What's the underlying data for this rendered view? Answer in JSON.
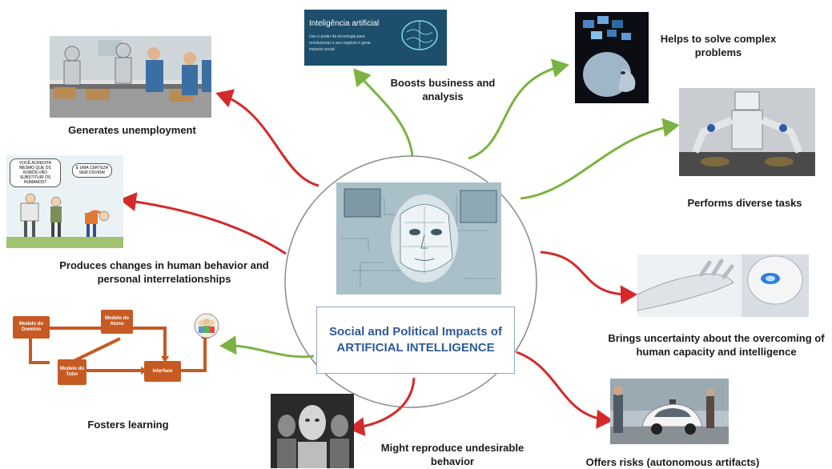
{
  "center": {
    "line1": "Social and Political Impacts of",
    "line2": "ARTIFICIAL INTELLIGENCE"
  },
  "impacts": {
    "unemployment": "Generates unemployment",
    "business": "Boosts business and analysis",
    "problems": "Helps to solve complex problems",
    "tasks": "Performs diverse tasks",
    "behavior": "Produces changes in human behavior and personal interrelationships",
    "uncertainty": "Brings uncertainty about the overcoming of human capacity and intelligence",
    "learning": "Fosters learning",
    "undesirable": "Might reproduce undesirable behavior",
    "risks": "Offers risks (autonomous artifacts)"
  },
  "business_slide": {
    "title": "Inteligência artificial",
    "body": "Use o poder da tecnologia para revolucionar o seu negócio e gerar impacto social"
  },
  "cartoon": {
    "speech1": "VOCÊ ACREDITA MESMO QUE OS ROBÔS VÃO SUBSTITUIR OS HUMANOS?",
    "speech2": "É UMA CERTEZA SEM DÚVIDA!"
  },
  "learning_diagram": {
    "domain_model": "Modelo do Domínio",
    "student_model": "Modelo do Aluno",
    "tutor_model": "Modelo do Tutor",
    "interface": "Interface"
  },
  "colors": {
    "positive_arrow": "#7bb342",
    "negative_arrow": "#d42a2a",
    "center_title": "#2f5a96",
    "learning_box": "#c65a22"
  }
}
